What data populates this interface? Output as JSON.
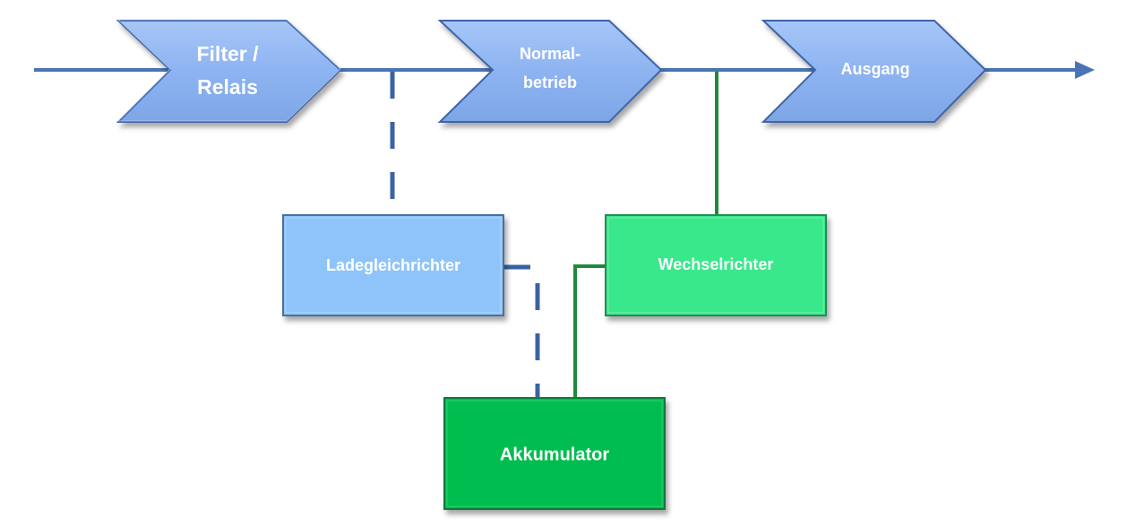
{
  "nodes": {
    "filter_relais": {
      "lines": [
        "Filter /",
        "Relais"
      ]
    },
    "normalbetrieb": {
      "lines": [
        "Normal-",
        "betrieb"
      ]
    },
    "ausgang": {
      "lines": [
        "Ausgang"
      ]
    },
    "ladegleichrichter": {
      "label": "Ladegleichrichter"
    },
    "wechselrichter": {
      "label": "Wechselrichter"
    },
    "akkumulator": {
      "label": "Akkumulator"
    }
  },
  "colors": {
    "chevron_fill": "#8fb4f2",
    "chevron_edge": "#3f64a8",
    "main_line": "#4a74b4",
    "dashed_line": "#3b63a3",
    "green_line": "#1f8a3c",
    "ladegleichrichter_fill": "#8fc4fa",
    "wechselrichter_fill": "#37e88a",
    "akkumulator_fill": "#05bd50"
  }
}
